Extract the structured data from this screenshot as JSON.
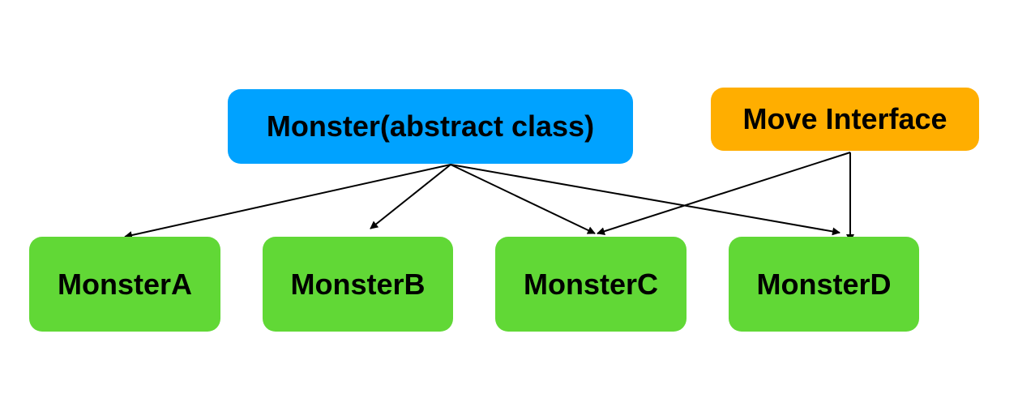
{
  "colors": {
    "abstract_class": "#00a2ff",
    "interface": "#ffae00",
    "concrete_class": "#61d836",
    "edge": "#000000",
    "background": "#ffffff"
  },
  "nodes": {
    "monster": {
      "label": "Monster(abstract class)"
    },
    "move": {
      "label": "Move Interface"
    },
    "monster_a": {
      "label": "MonsterA"
    },
    "monster_b": {
      "label": "MonsterB"
    },
    "monster_c": {
      "label": "MonsterC"
    },
    "monster_d": {
      "label": "MonsterD"
    }
  },
  "edges": [
    {
      "from": "monster",
      "to": "monster_a"
    },
    {
      "from": "monster",
      "to": "monster_b"
    },
    {
      "from": "monster",
      "to": "monster_c"
    },
    {
      "from": "monster",
      "to": "monster_d"
    },
    {
      "from": "move",
      "to": "monster_c"
    },
    {
      "from": "move",
      "to": "monster_d"
    }
  ]
}
